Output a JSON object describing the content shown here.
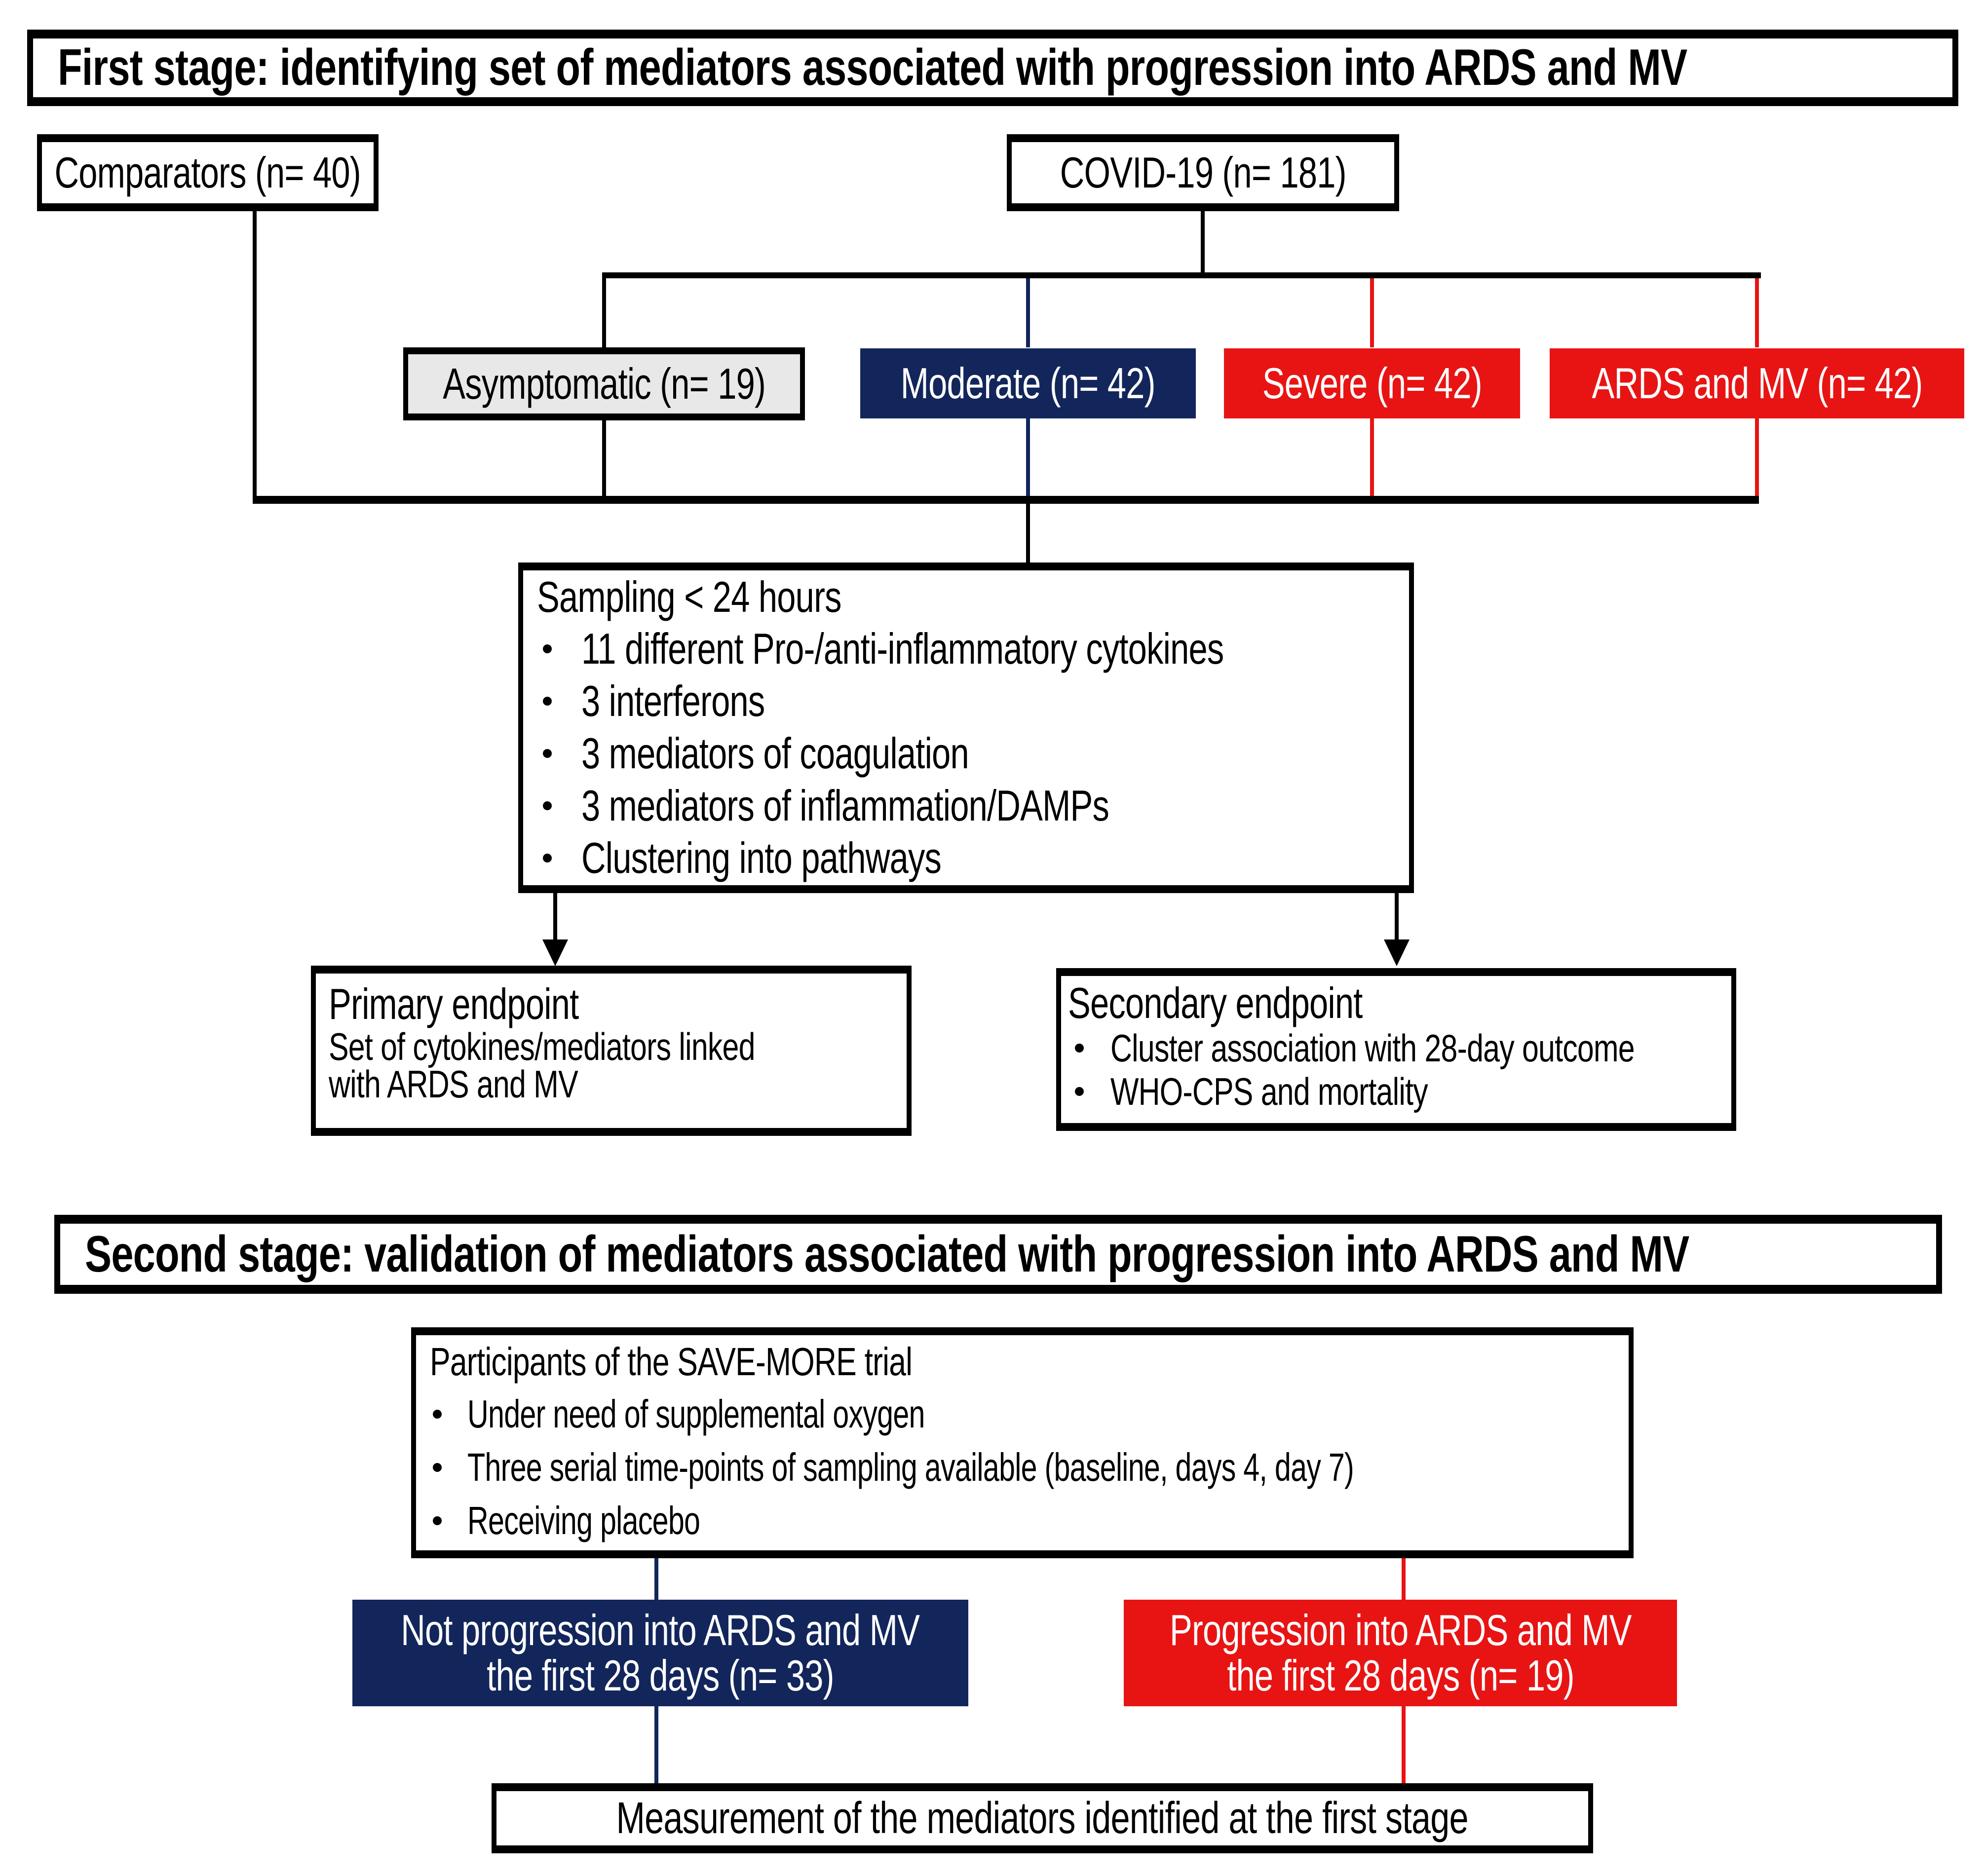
{
  "colors": {
    "navy": "#13265B",
    "red": "#E81414",
    "gray": "#E8E8E8",
    "black": "#000000"
  },
  "stage1": {
    "title": "First stage: identifying set of mediators associated with progression into ARDS and MV",
    "comparators_label": "Comparators (n= 40)",
    "covid_label": "COVID-19 (n= 181)",
    "groups": [
      {
        "label": "Asymptomatic (n= 19)"
      },
      {
        "label": "Moderate (n= 42)"
      },
      {
        "label": "Severe (n= 42)"
      },
      {
        "label": "ARDS and MV (n= 42)"
      }
    ],
    "sampling": {
      "title": "Sampling < 24 hours",
      "bullets": [
        "11 different Pro-/anti-inflammatory cytokines",
        "3 interferons",
        "3 mediators of coagulation",
        "3 mediators of inflammation/DAMPs",
        "Clustering into pathways"
      ]
    },
    "primary": {
      "title": "Primary endpoint",
      "body_line1": "Set of cytokines/mediators linked",
      "body_line2": "with ARDS and MV"
    },
    "secondary": {
      "title": "Secondary endpoint",
      "bullets": [
        "Cluster association with 28-day outcome",
        "WHO-CPS and mortality"
      ]
    }
  },
  "stage2": {
    "title": "Second stage: validation of mediators associated with progression into ARDS and MV",
    "participants": {
      "title": "Participants of the SAVE-MORE trial",
      "bullets": [
        "Under need of supplemental oxygen",
        "Three serial time-points of sampling available (baseline, days 4, day 7)",
        "Receiving placebo"
      ]
    },
    "no_progression": {
      "line1": "Not progression into ARDS and MV",
      "line2": "the first 28 days (n= 33)"
    },
    "progression": {
      "line1": "Progression into ARDS and MV",
      "line2": "the first 28 days (n= 19)"
    },
    "measurement_label": "Measurement of the mediators identified at the first stage"
  }
}
